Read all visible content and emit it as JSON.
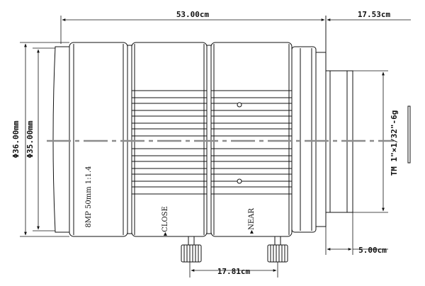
{
  "diagram": {
    "dimensions": {
      "overall_length": "53.00cm",
      "mount_length": "17.53cm",
      "outer_diameter": "Φ36.00mm",
      "inner_diameter": "Φ35.00mm",
      "thread": "TM 1\"×1/32\"-6g",
      "flange": "5.00cm",
      "knob_spacing": "17.81cm"
    },
    "barrel_text": {
      "spec": "8MP 50mm 1:1.4",
      "close": "▸CLOSE",
      "near": "▸NEAR"
    },
    "colors": {
      "line": "#111111",
      "fill": "#ffffff",
      "center_line": "#8c8c8c"
    }
  }
}
